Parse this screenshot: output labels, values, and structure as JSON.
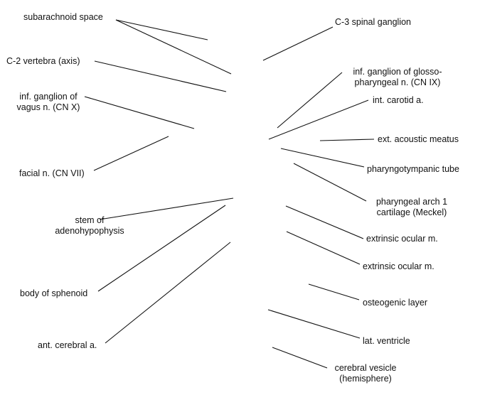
{
  "labels": {
    "subarachnoid_space": [
      "subarachnoid space"
    ],
    "c2_vertebra": [
      "C-2 vertebra (axis)"
    ],
    "inf_ganglion_vagus": [
      "inf. ganglion of",
      "vagus n. (CN X)"
    ],
    "facial_n": [
      "facial n. (CN VII)"
    ],
    "stem_adenohypophysis": [
      "stem of",
      "adenohypophysis"
    ],
    "body_sphenoid": [
      "body of sphenoid"
    ],
    "ant_cerebral_a": [
      "ant. cerebral a."
    ],
    "c3_spinal_ganglion": [
      "C-3 spinal ganglion"
    ],
    "inf_ganglion_glosso": [
      "inf. ganglion of glosso-",
      "pharyngeal n. (CN IX)"
    ],
    "int_carotid_a": [
      "int. carotid a."
    ],
    "ext_acoustic_meatus": [
      "ext. acoustic meatus"
    ],
    "pharyngotympanic_tube": [
      "pharyngotympanic tube"
    ],
    "pharyngeal_arch_cartilage": [
      "pharyngeal arch 1",
      "cartilage (Meckel)"
    ],
    "extrinsic_ocular_m_1": [
      "extrinsic ocular m."
    ],
    "extrinsic_ocular_m_2": [
      "extrinsic ocular m."
    ],
    "osteogenic_layer": [
      "osteogenic layer"
    ],
    "lat_ventricle": [
      "lat. ventricle"
    ],
    "cerebral_vesicle": [
      "cerebral vesicle",
      "(hemisphere)"
    ]
  }
}
